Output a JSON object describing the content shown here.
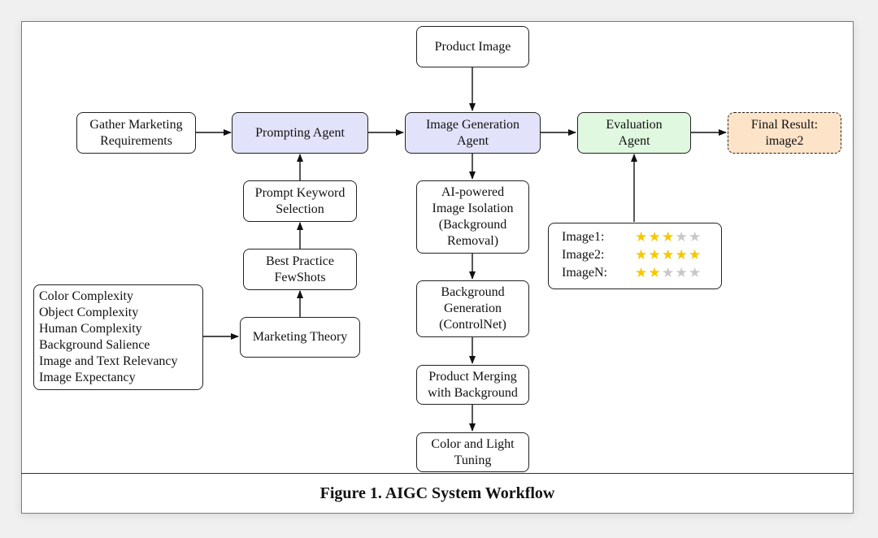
{
  "caption": "Figure 1.  AIGC System Workflow",
  "nodes": {
    "product_image": "Product Image",
    "gather": "Gather Marketing\nRequirements",
    "prompting_agent": "Prompting Agent",
    "image_generation_agent": "Image Generation\nAgent",
    "evaluation_agent": "Evaluation\nAgent",
    "final_result": "Final Result:\nimage2",
    "prompt_keyword": "Prompt Keyword\nSelection",
    "best_practice": "Best Practice\nFewShots",
    "marketing_theory": "Marketing Theory",
    "complexity_list": "Color Complexity\nObject Complexity\nHuman Complexity\nBackground Salience\nImage and Text Relevancy\nImage Expectancy",
    "isolation": "AI-powered\nImage Isolation\n(Background\nRemoval)",
    "background_generation": "Background\nGeneration\n(ControlNet)",
    "merging": "Product Merging\nwith Background",
    "tuning": "Color and Light\nTuning"
  },
  "ratings": [
    {
      "label": "Image1:",
      "stars": 3,
      "max": 5
    },
    {
      "label": "Image2:",
      "stars": 5,
      "max": 5
    },
    {
      "label": "ImageN:",
      "stars": 2,
      "max": 5
    }
  ],
  "colors": {
    "agent_fill": "#e2e2fb",
    "evaluation_fill": "#dff8df",
    "final_fill": "#fde3c8",
    "star_filled": "#f5c800",
    "star_empty": "#c8c8c8"
  }
}
